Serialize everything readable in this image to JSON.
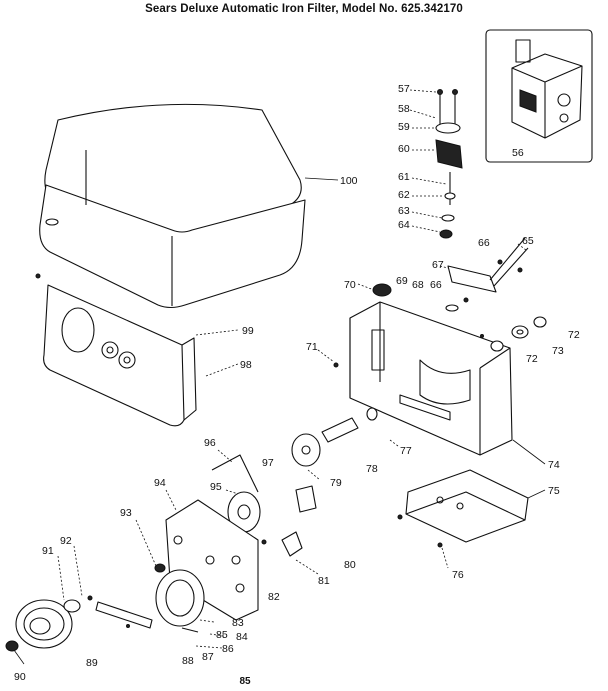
{
  "title": "Sears Deluxe Automatic Iron Filter, Model No. 625.342170",
  "page_number": "85",
  "callouts": [
    "57",
    "58",
    "59",
    "60",
    "61",
    "62",
    "63",
    "64",
    "56",
    "100",
    "66",
    "65",
    "67",
    "70",
    "69",
    "68",
    "66",
    "99",
    "98",
    "71",
    "72",
    "73",
    "72",
    "96",
    "95",
    "97",
    "79",
    "78",
    "77",
    "74",
    "75",
    "94",
    "93",
    "92",
    "91",
    "90",
    "89",
    "88",
    "87",
    "86",
    "85",
    "84",
    "83",
    "82",
    "81",
    "80",
    "76"
  ]
}
